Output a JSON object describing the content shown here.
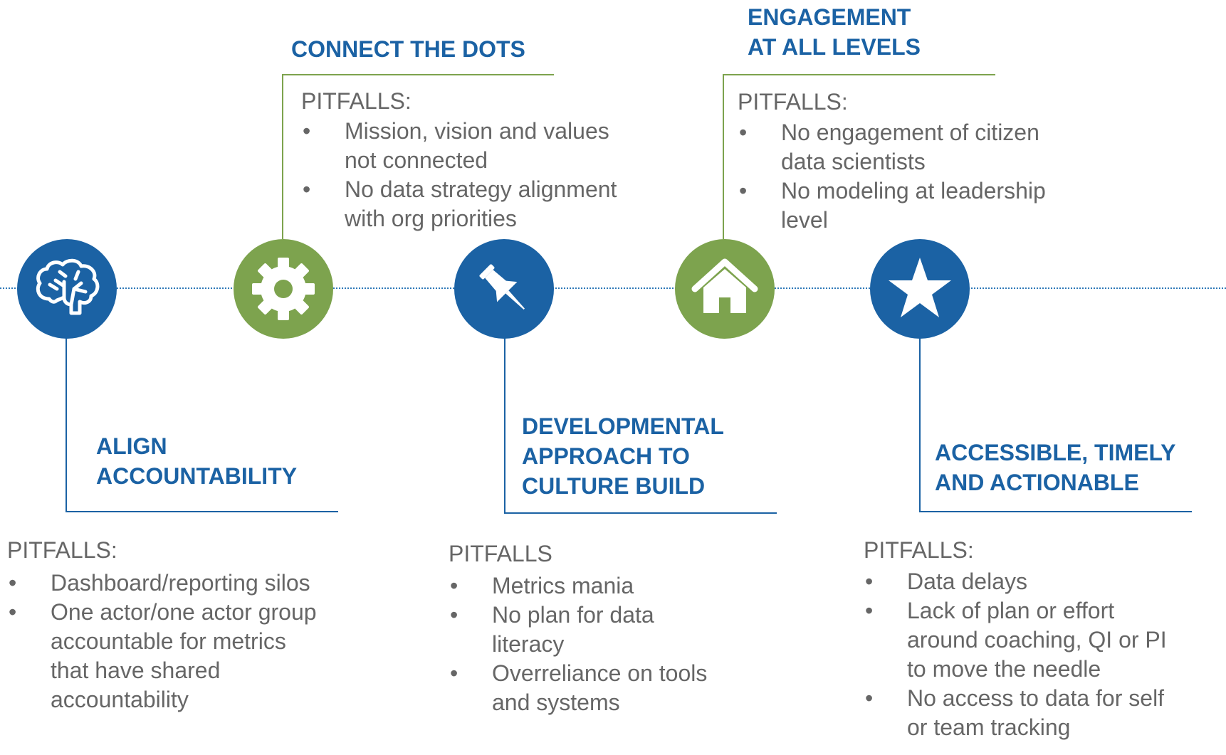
{
  "colors": {
    "blue": "#1b62a4",
    "green": "#7da34e",
    "text_gray": "#666666"
  },
  "milestones": [
    {
      "heading": [
        "ALIGN",
        "ACCOUNTABILITY"
      ],
      "icon": "brain-icon",
      "pitfalls_title": "PITFALLS:",
      "pitfalls": [
        [
          "Dashboard/reporting silos"
        ],
        [
          "One actor/one actor group",
          "accountable for metrics",
          "that have shared",
          "accountability"
        ]
      ]
    },
    {
      "heading": [
        "CONNECT THE DOTS"
      ],
      "icon": "gear-icon",
      "pitfalls_title": "PITFALLS:",
      "pitfalls": [
        [
          "Mission, vision and values",
          "not connected"
        ],
        [
          "No data strategy alignment",
          "with org priorities"
        ]
      ]
    },
    {
      "heading": [
        "DEVELOPMENTAL",
        "APPROACH TO",
        "CULTURE BUILD"
      ],
      "icon": "pushpin-icon",
      "pitfalls_title": "PITFALLS",
      "pitfalls": [
        [
          "Metrics mania"
        ],
        [
          "No plan for data",
          "literacy"
        ],
        [
          "Overreliance on tools",
          "and systems"
        ]
      ]
    },
    {
      "heading": [
        "ENGAGEMENT",
        "AT ALL LEVELS"
      ],
      "icon": "home-icon",
      "pitfalls_title": "PITFALLS:",
      "pitfalls": [
        [
          "No engagement of citizen",
          "data scientists"
        ],
        [
          "No modeling at leadership",
          "level"
        ]
      ]
    },
    {
      "heading": [
        "ACCESSIBLE, TIMELY",
        "AND ACTIONABLE"
      ],
      "icon": "star-icon",
      "pitfalls_title": "PITFALLS:",
      "pitfalls": [
        [
          "Data delays"
        ],
        [
          "Lack of plan or effort",
          "around coaching, QI or PI",
          "to move the needle"
        ],
        [
          "No access to data for self",
          "or team tracking"
        ]
      ]
    }
  ]
}
